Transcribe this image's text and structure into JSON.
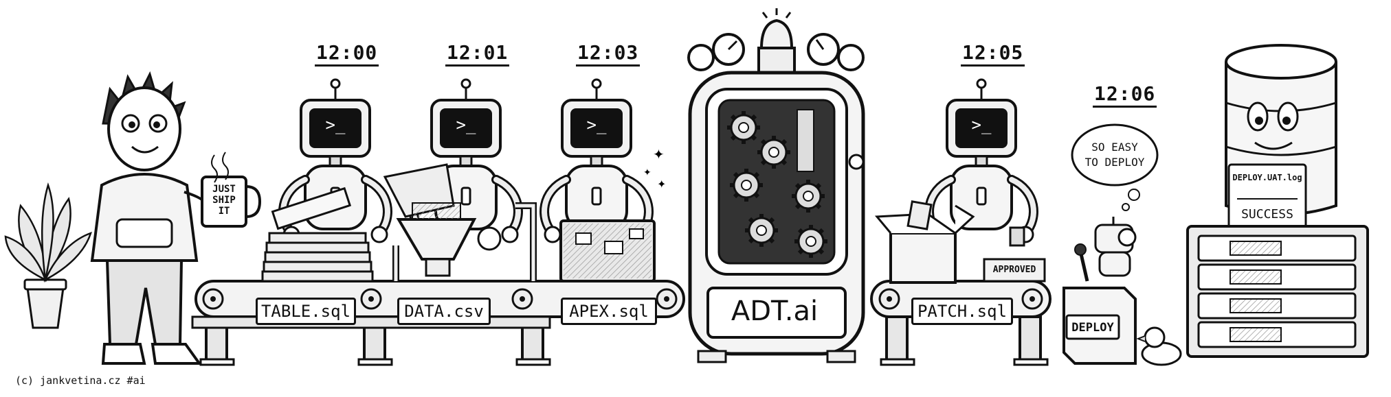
{
  "timeline": {
    "t1": "12:00",
    "t2": "12:01",
    "t3": "12:03",
    "t4": "12:05",
    "t5": "12:06"
  },
  "labels": {
    "table": "TABLE.sql",
    "data": "DATA.csv",
    "apex": "APEX.sql",
    "machine": "ADT.ai",
    "patch": "PATCH.sql",
    "deploy_button": "DEPLOY",
    "approved_stamp": "APPROVED",
    "mug_line1": "JUST",
    "mug_line2": "SHIP",
    "mug_line3": "IT",
    "thought_line1": "SO EASY",
    "thought_line2": "TO DEPLOY",
    "log_title": "DEPLOY.UAT.log",
    "log_status": "SUCCESS"
  },
  "robot_screen_prompt": ">_",
  "credit": "(c) jankvetina.cz #ai"
}
